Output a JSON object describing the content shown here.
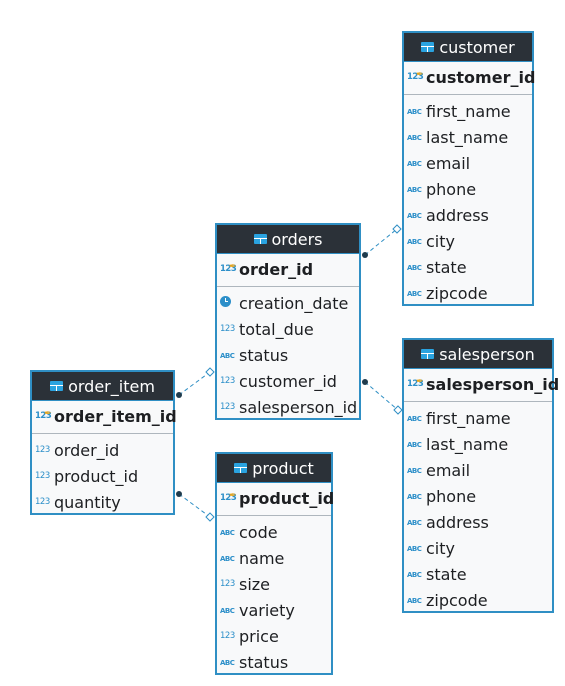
{
  "theme": {
    "header_bg": "#2b3138",
    "border": "#2f8fc4",
    "icon": "#2c8fc9",
    "key_icon": "#e8a317",
    "connector": "#2f8fc4"
  },
  "entities": {
    "customer": {
      "title": "customer",
      "pk": {
        "name": "customer_id",
        "type": "123"
      },
      "columns": [
        {
          "name": "first_name",
          "type": "ABC"
        },
        {
          "name": "last_name",
          "type": "ABC"
        },
        {
          "name": "email",
          "type": "ABC"
        },
        {
          "name": "phone",
          "type": "ABC"
        },
        {
          "name": "address",
          "type": "ABC"
        },
        {
          "name": "city",
          "type": "ABC"
        },
        {
          "name": "state",
          "type": "ABC"
        },
        {
          "name": "zipcode",
          "type": "ABC"
        }
      ]
    },
    "orders": {
      "title": "orders",
      "pk": {
        "name": "order_id",
        "type": "123"
      },
      "columns": [
        {
          "name": "creation_date",
          "type": "clock"
        },
        {
          "name": "total_due",
          "type": "123"
        },
        {
          "name": "status",
          "type": "ABC"
        },
        {
          "name": "customer_id",
          "type": "123"
        },
        {
          "name": "salesperson_id",
          "type": "123"
        }
      ]
    },
    "salesperson": {
      "title": "salesperson",
      "pk": {
        "name": "salesperson_id",
        "type": "123"
      },
      "columns": [
        {
          "name": "first_name",
          "type": "ABC"
        },
        {
          "name": "last_name",
          "type": "ABC"
        },
        {
          "name": "email",
          "type": "ABC"
        },
        {
          "name": "phone",
          "type": "ABC"
        },
        {
          "name": "address",
          "type": "ABC"
        },
        {
          "name": "city",
          "type": "ABC"
        },
        {
          "name": "state",
          "type": "ABC"
        },
        {
          "name": "zipcode",
          "type": "ABC"
        }
      ]
    },
    "order_item": {
      "title": "order_item",
      "pk": {
        "name": "order_item_id",
        "type": "123"
      },
      "columns": [
        {
          "name": "order_id",
          "type": "123"
        },
        {
          "name": "product_id",
          "type": "123"
        },
        {
          "name": "quantity",
          "type": "123"
        }
      ]
    },
    "product": {
      "title": "product",
      "pk": {
        "name": "product_id",
        "type": "123"
      },
      "columns": [
        {
          "name": "code",
          "type": "ABC"
        },
        {
          "name": "name",
          "type": "ABC"
        },
        {
          "name": "size",
          "type": "123"
        },
        {
          "name": "variety",
          "type": "ABC"
        },
        {
          "name": "price",
          "type": "123"
        },
        {
          "name": "status",
          "type": "ABC"
        }
      ]
    }
  },
  "relationships": [
    {
      "from": "orders",
      "to": "customer"
    },
    {
      "from": "orders",
      "to": "salesperson"
    },
    {
      "from": "order_item",
      "to": "orders"
    },
    {
      "from": "order_item",
      "to": "product"
    }
  ]
}
